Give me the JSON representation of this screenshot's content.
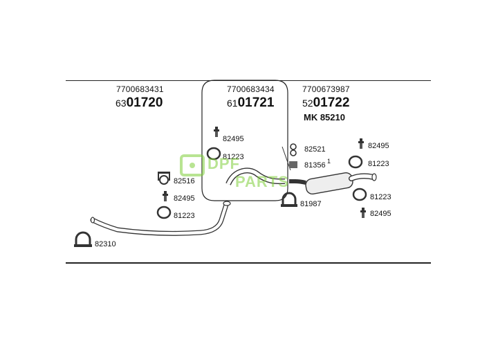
{
  "columns": [
    {
      "ref": "7700683431",
      "pn_prefix": "63",
      "pn_main": "01720"
    },
    {
      "ref": "7700683434",
      "pn_prefix": "61",
      "pn_main": "01721"
    },
    {
      "ref": "7700673987",
      "pn_prefix": "52",
      "pn_main": "01722",
      "mk": "MK 85210"
    }
  ],
  "parts": {
    "p82495_mid": "82495",
    "p81223_mid": "81223",
    "p82516": "82516",
    "p82495_left": "82495",
    "p81223_left": "81223",
    "p82310": "82310",
    "p82521": "82521",
    "p81356": "81356",
    "p81987": "81987",
    "p82495_right_top": "82495",
    "p81223_right_top": "81223",
    "p81223_right_bot": "81223",
    "p82495_right_bot": "82495",
    "note_1": "1"
  },
  "watermark": {
    "line1": "DPF",
    "line2": "PARTS"
  },
  "colors": {
    "line": "#222222",
    "accent": "#7fcf3a"
  }
}
